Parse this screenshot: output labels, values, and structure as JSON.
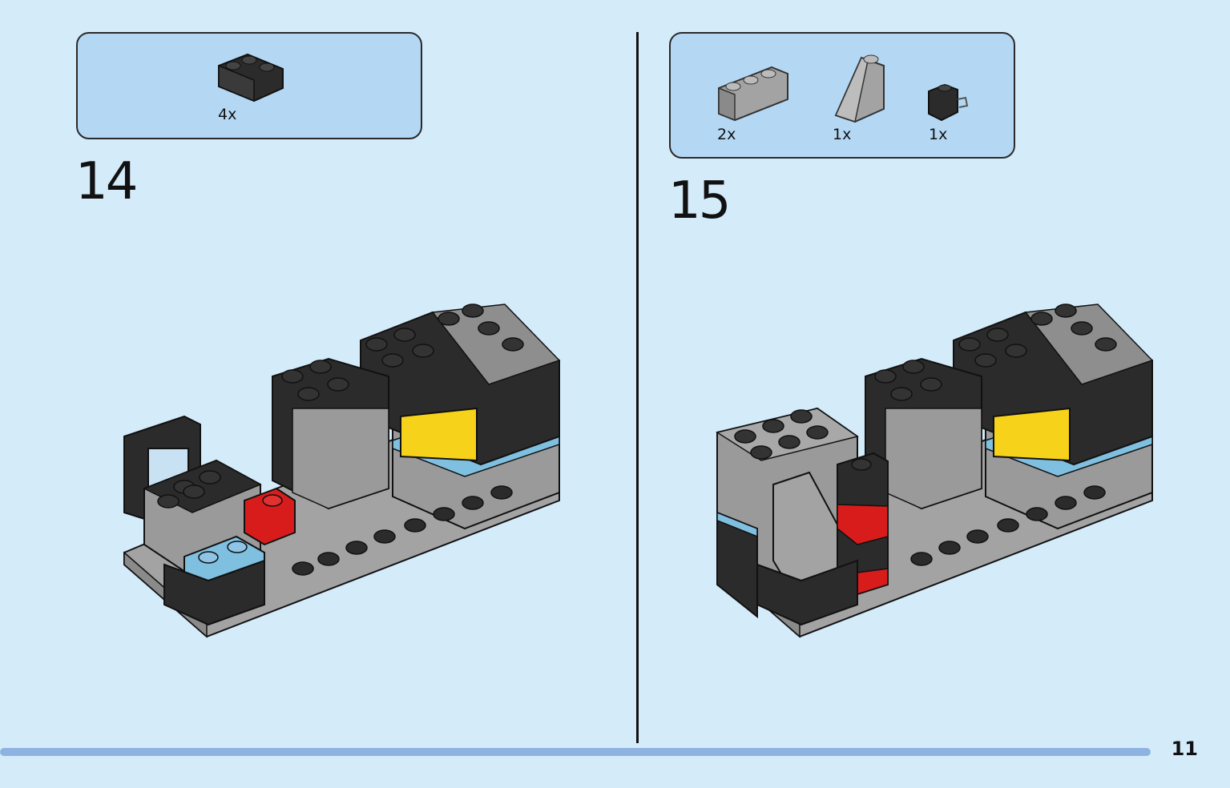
{
  "page": {
    "number": "11"
  },
  "step14": {
    "number": "14",
    "parts": [
      {
        "icon": "black-corner-plate-brick-icon",
        "qty": "4x"
      }
    ]
  },
  "step15": {
    "number": "15",
    "parts": [
      {
        "icon": "gray-1x3-brick-icon",
        "qty": "2x"
      },
      {
        "icon": "gray-slope-brick-icon",
        "qty": "1x"
      },
      {
        "icon": "black-clip-brick-icon",
        "qty": "1x"
      }
    ]
  },
  "colors": {
    "page_bg": "#d4ebfa",
    "panel_bg": "#b4d8f4",
    "black_brick": "#2b2b2b",
    "gray_brick": "#a3a3a3",
    "yellow": "#f7d21a",
    "red": "#d81c1c",
    "light_blue": "#7fbfe0",
    "progress": "#8fb3e0"
  }
}
